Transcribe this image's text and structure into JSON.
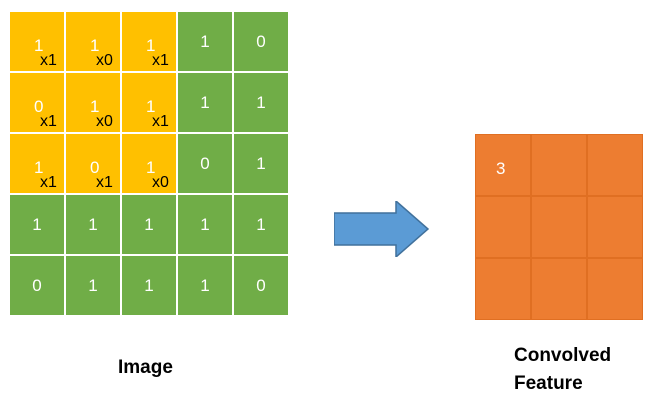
{
  "image_grid": {
    "rows": [
      [
        "1",
        "1",
        "1",
        "1",
        "0"
      ],
      [
        "0",
        "1",
        "1",
        "1",
        "1"
      ],
      [
        "1",
        "0",
        "1",
        "0",
        "1"
      ],
      [
        "1",
        "1",
        "1",
        "1",
        "1"
      ],
      [
        "0",
        "1",
        "1",
        "1",
        "0"
      ]
    ],
    "kernel_labels": [
      [
        "x1",
        "x0",
        "x1"
      ],
      [
        "x1",
        "x0",
        "x1"
      ],
      [
        "x1",
        "x1",
        "x0"
      ]
    ],
    "highlight_size": 3
  },
  "feature_grid": {
    "rows": [
      [
        "3",
        "",
        ""
      ],
      [
        "",
        "",
        ""
      ],
      [
        "",
        "",
        ""
      ]
    ]
  },
  "labels": {
    "image": "Image",
    "feature_line1": "Convolved",
    "feature_line2": "Feature"
  },
  "colors": {
    "image_cell": "#70ad47",
    "kernel_cell": "#ffc000",
    "feature_cell": "#ed7d31",
    "arrow": "#5b9bd5"
  }
}
